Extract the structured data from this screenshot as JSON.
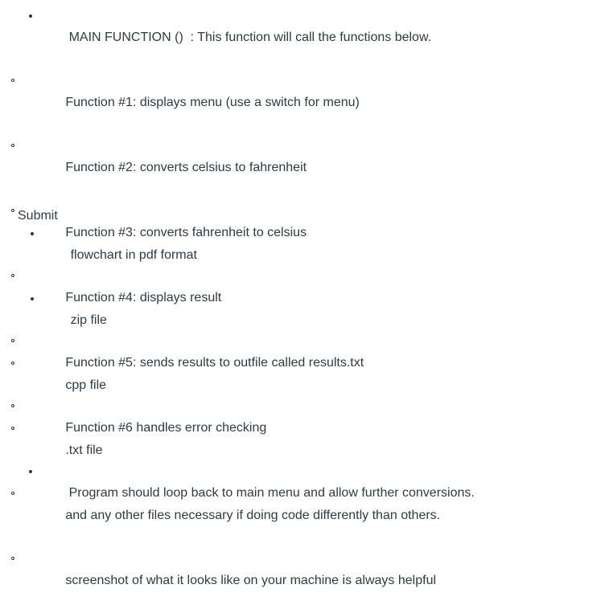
{
  "document": {
    "sections": [
      {
        "name": "requirements",
        "items": [
          {
            "text": "MAIN FUNCTION ()  : This function will call the functions below.",
            "children": [
              "Function #1: displays menu (use a switch for menu)",
              "Function #2: converts celsius to fahrenheit",
              "Function #3: converts fahrenheit to celsius",
              "Function #4: displays result",
              "Function #5: sends results to outfile called results.txt",
              "Function #6 handles error checking"
            ]
          },
          {
            "text": "Program should loop back to main menu and allow further conversions.",
            "children": []
          }
        ]
      },
      {
        "name": "submit",
        "heading": "Submit",
        "items": [
          {
            "text": "flowchart in pdf format",
            "children": []
          },
          {
            "text": "zip file",
            "children": [
              "cpp file",
              ".txt file",
              "and any other files necessary if doing code differently than others.",
              "screenshot of what it looks like on your machine is always helpful"
            ]
          }
        ]
      }
    ],
    "colors": {
      "text": "#2d3b45",
      "background": "#ffffff"
    }
  }
}
